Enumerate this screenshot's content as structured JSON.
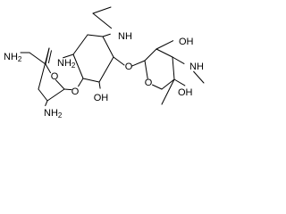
{
  "molecule": {
    "bonds": [
      {
        "from": "c_ch2",
        "to": "c5"
      },
      {
        "from": "c5",
        "to": "c4",
        "order": 2
      },
      {
        "from": "c5",
        "to": "o_ring1"
      },
      {
        "from": "o_ring1",
        "to": "c1"
      },
      {
        "from": "c1",
        "to": "c2"
      },
      {
        "from": "c2",
        "to": "c3"
      },
      {
        "from": "c3",
        "to": "c4"
      },
      {
        "from": "c_ch2",
        "to": "n_aminomethyl"
      },
      {
        "from": "c2",
        "to": "n_ring1_amino"
      },
      {
        "from": "c1",
        "to": "o_glyc1"
      },
      {
        "from": "o_glyc1",
        "to": "cb4"
      },
      {
        "from": "cb1",
        "to": "cb2"
      },
      {
        "from": "cb2",
        "to": "cb3"
      },
      {
        "from": "cb3",
        "to": "cb4"
      },
      {
        "from": "cb4",
        "to": "cb5"
      },
      {
        "from": "cb5",
        "to": "cb6"
      },
      {
        "from": "cb6",
        "to": "cb1"
      },
      {
        "from": "cb3",
        "to": "n_central_amino"
      },
      {
        "from": "cb1",
        "to": "n_ethylamino"
      },
      {
        "from": "n_ethylamino",
        "to": "c_eth1"
      },
      {
        "from": "c_eth1",
        "to": "c_eth2"
      },
      {
        "from": "cb5",
        "to": "o_cb5_oh"
      },
      {
        "from": "cb6",
        "to": "o_glyc2"
      },
      {
        "from": "o_glyc2",
        "to": "d1"
      },
      {
        "from": "d1",
        "to": "d2"
      },
      {
        "from": "d2",
        "to": "d3"
      },
      {
        "from": "d3",
        "to": "d4"
      },
      {
        "from": "d4",
        "to": "d5"
      },
      {
        "from": "d5",
        "to": "o_ring2"
      },
      {
        "from": "o_ring2",
        "to": "d1"
      },
      {
        "from": "d2",
        "to": "o_d2_oh"
      },
      {
        "from": "d3",
        "to": "n_methylamino"
      },
      {
        "from": "n_methylamino",
        "to": "c_nme"
      },
      {
        "from": "d4",
        "to": "o_d4_oh"
      },
      {
        "from": "d4",
        "to": "c_d4_me"
      }
    ],
    "labels": [
      {
        "id": "n_aminomethyl",
        "text": "NH2"
      },
      {
        "id": "n_ring1_amino",
        "text": "NH2"
      },
      {
        "id": "o_glyc1",
        "text": "O"
      },
      {
        "id": "o_ring1",
        "text": "O"
      },
      {
        "id": "n_central_amino",
        "text": "NH2"
      },
      {
        "id": "n_ethylamino",
        "text": "NH"
      },
      {
        "id": "o_cb5_oh",
        "text": "OH"
      },
      {
        "id": "o_glyc2",
        "text": "O"
      },
      {
        "id": "o_ring2",
        "text": "O"
      },
      {
        "id": "o_d2_oh",
        "text": "OH"
      },
      {
        "id": "n_methylamino",
        "text": "NH"
      },
      {
        "id": "o_d4_oh",
        "text": "OH"
      }
    ]
  }
}
